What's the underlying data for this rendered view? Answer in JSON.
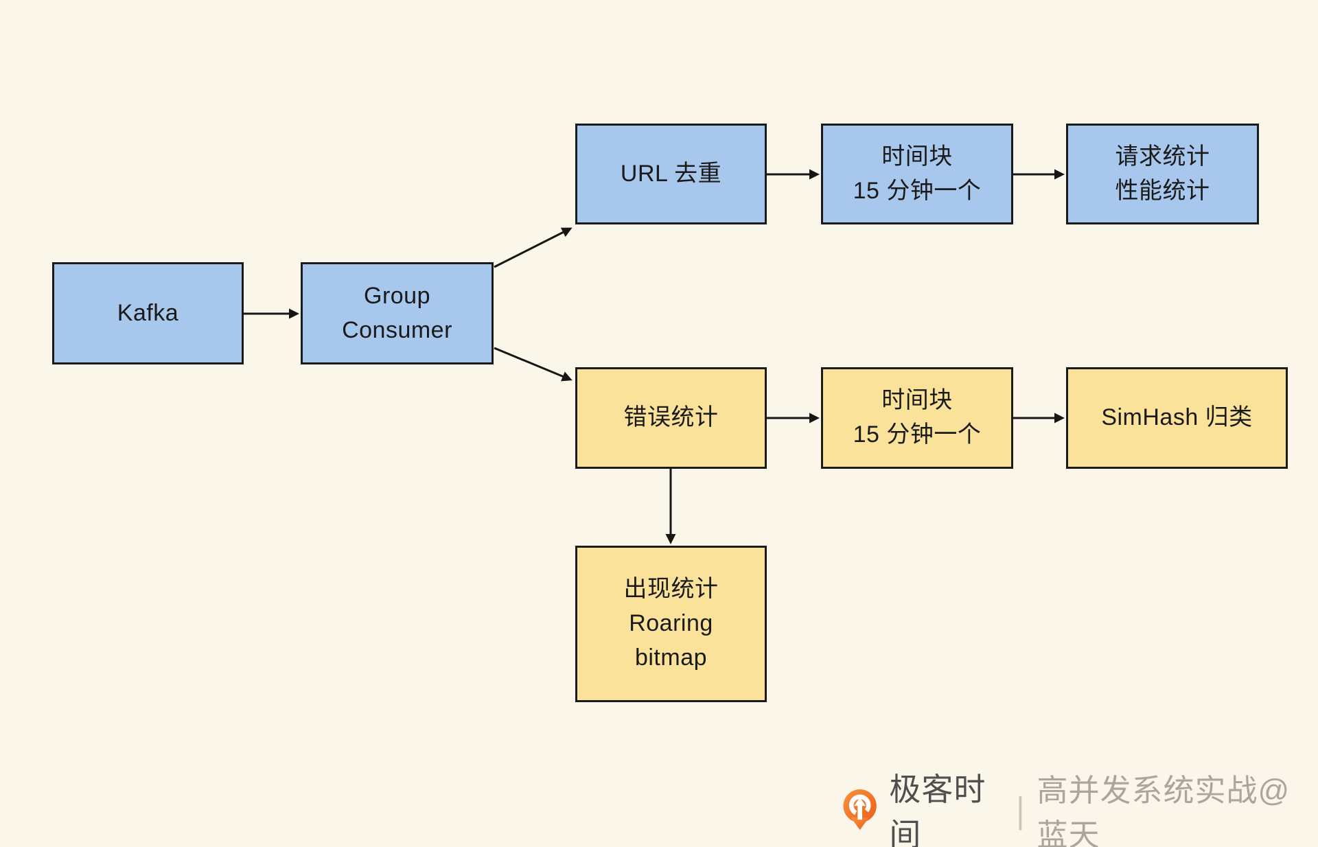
{
  "diagram": {
    "background_color": "#FAF6EA",
    "palette": {
      "blue": "#A7C7ED",
      "yellow": "#FBE29B",
      "border": "#1A1A1A",
      "arrow": "#161616"
    },
    "nodes": {
      "kafka": {
        "label": "Kafka",
        "variant": "blue"
      },
      "group_consumer": {
        "label": "Group\nConsumer",
        "variant": "blue"
      },
      "url_dedup": {
        "label": "URL 去重",
        "variant": "blue"
      },
      "time_block_top": {
        "label": "时间块\n15 分钟一个",
        "variant": "blue"
      },
      "request_stats": {
        "label": "请求统计\n性能统计",
        "variant": "blue"
      },
      "error_stats": {
        "label": "错误统计",
        "variant": "yellow"
      },
      "time_block_bottom": {
        "label": "时间块\n15 分钟一个",
        "variant": "yellow"
      },
      "simhash": {
        "label": "SimHash 归类",
        "variant": "yellow"
      },
      "occurrence_stats": {
        "label": "出现统计\nRoaring\nbitmap",
        "variant": "yellow"
      }
    },
    "edges": [
      {
        "from": "kafka",
        "to": "group_consumer"
      },
      {
        "from": "group_consumer",
        "to": "url_dedup"
      },
      {
        "from": "group_consumer",
        "to": "error_stats"
      },
      {
        "from": "url_dedup",
        "to": "time_block_top"
      },
      {
        "from": "time_block_top",
        "to": "request_stats"
      },
      {
        "from": "error_stats",
        "to": "time_block_bottom"
      },
      {
        "from": "time_block_bottom",
        "to": "simhash"
      },
      {
        "from": "error_stats",
        "to": "occurrence_stats"
      }
    ]
  },
  "footer": {
    "brand": "极客时间",
    "divider": "|",
    "credit": "高并发系统实战@蓝天",
    "brand_color": "#4F4F4F",
    "credit_color": "#ABA69C",
    "logo_color": "#F26D21"
  }
}
